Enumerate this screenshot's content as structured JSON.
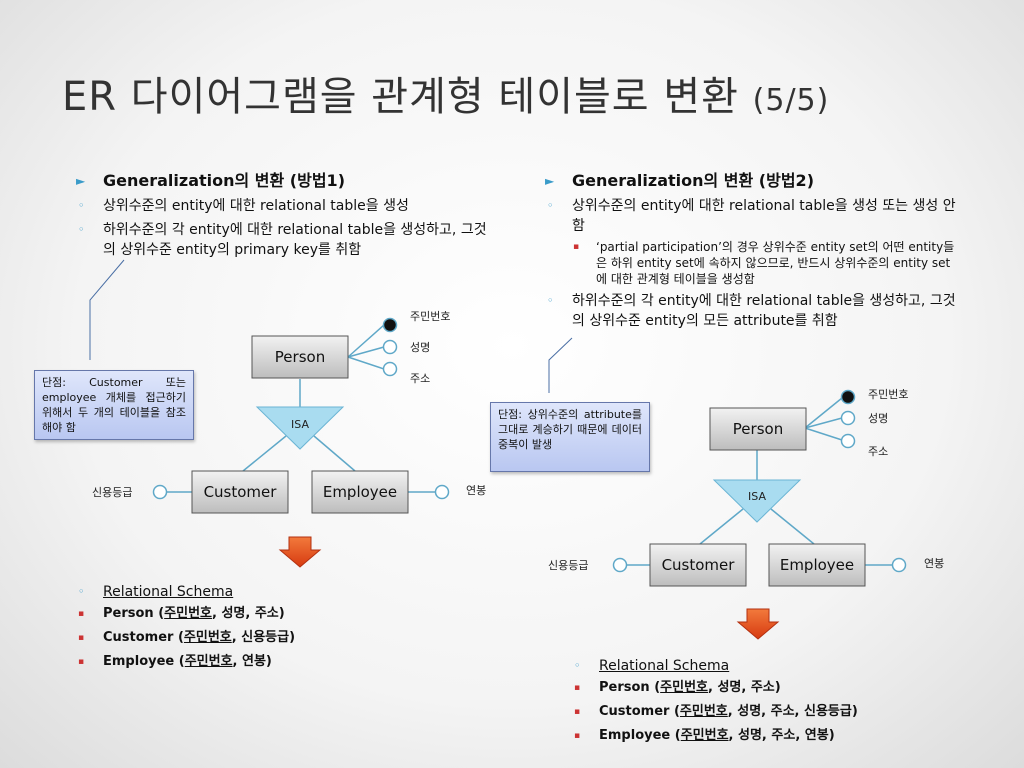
{
  "title": {
    "main": "ER 다이어그램을 관계형 테이블로 변환",
    "page": "(5/5)"
  },
  "left": {
    "heading": "Generalization의 변환 (방법1)",
    "items": [
      "상위수준의 entity에 대한 relational table을 생성",
      "하위수준의 각 entity에 대한 relational table을 생성하고, 그것의 상위수준 entity의 primary key를 취함"
    ],
    "callout": "단점: Customer 또는 employee 개체를 접근하기 위해서 두 개의 테이블을 참조해야 함",
    "schema_title": "Relational Schema",
    "schema": [
      {
        "name": "Person (",
        "key": "주민번호",
        "rest": ", 성명, 주소)"
      },
      {
        "name": "Customer (",
        "key": "주민번호",
        "rest": ", 신용등급)"
      },
      {
        "name": "Employee (",
        "key": "주민번호",
        "rest": ", 연봉)"
      }
    ]
  },
  "right": {
    "heading": "Generalization의 변환 (방법2)",
    "item1": "상위수준의 entity에 대한 relational table을 생성 또는 생성 안함",
    "sub1": "‘partial participation’의 경우 상위수준 entity set의 어떤 entity들은 하위 entity set에 속하지 않으므로, 반드시 상위수준의 entity set에 대한 관계형 테이블을 생성함",
    "item2": "하위수준의 각 entity에 대한 relational table을 생성하고, 그것의 상위수준 entity의 모든 attribute를 취함",
    "callout": "단점: 상위수준의 attribute를 그대로 계승하기 때문에 데이터중복이 발생",
    "schema_title": "Relational Schema",
    "schema": [
      {
        "name": "Person (",
        "key": "주민번호",
        "rest": ", 성명, 주소)"
      },
      {
        "name": "Customer (",
        "key": "주민번호",
        "rest": ", 성명, 주소, 신용등급)"
      },
      {
        "name": "Employee (",
        "key": "주민번호",
        "rest": ", 성명, 주소, 연봉)"
      }
    ]
  },
  "diagram": {
    "person": "Person",
    "isa": "ISA",
    "customer": "Customer",
    "employee": "Employee",
    "attr_id": "주민번호",
    "attr_name": "성명",
    "attr_addr": "주소",
    "attr_credit": "신용등급",
    "attr_salary": "연봉"
  },
  "colors": {
    "bullet": "#3a9bc9",
    "sub_bullet": "#c33333",
    "arrow": "#e0461c",
    "isa": "#a9dcf0",
    "callout": "#c6d2f5"
  }
}
